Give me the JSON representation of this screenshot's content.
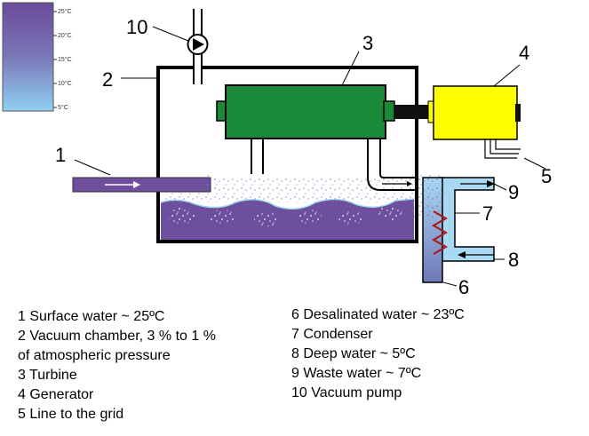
{
  "colorbar": {
    "ticks": [
      "25°C",
      "20°C",
      "15°C",
      "10°C",
      "5°C"
    ],
    "colors": {
      "warm": "#6b4a9c",
      "cold": "#8fd0f2"
    }
  },
  "callouts": [
    "1",
    "2",
    "3",
    "4",
    "5",
    "6",
    "7",
    "8",
    "9",
    "10"
  ],
  "legend_left": [
    "1 Surface water ~ 25ºC",
    "2 Vacuum chamber, 3 % to 1 %",
    "of atmospheric pressure",
    "3 Turbine",
    "4 Generator",
    "5 Line to the grid"
  ],
  "legend_right": [
    "6  Desalinated water ~ 23ºC",
    "7 Condenser",
    "8 Deep water ~ 5ºC",
    "9 Waste water ~ 7ºC",
    "10 Vacuum pump"
  ],
  "colors": {
    "surface_water": "#6e4f9e",
    "deep_water": "#a9d8f2",
    "turbine": "#1a8a3a",
    "generator": "#ffff00",
    "chamber_outline": "#000000"
  }
}
